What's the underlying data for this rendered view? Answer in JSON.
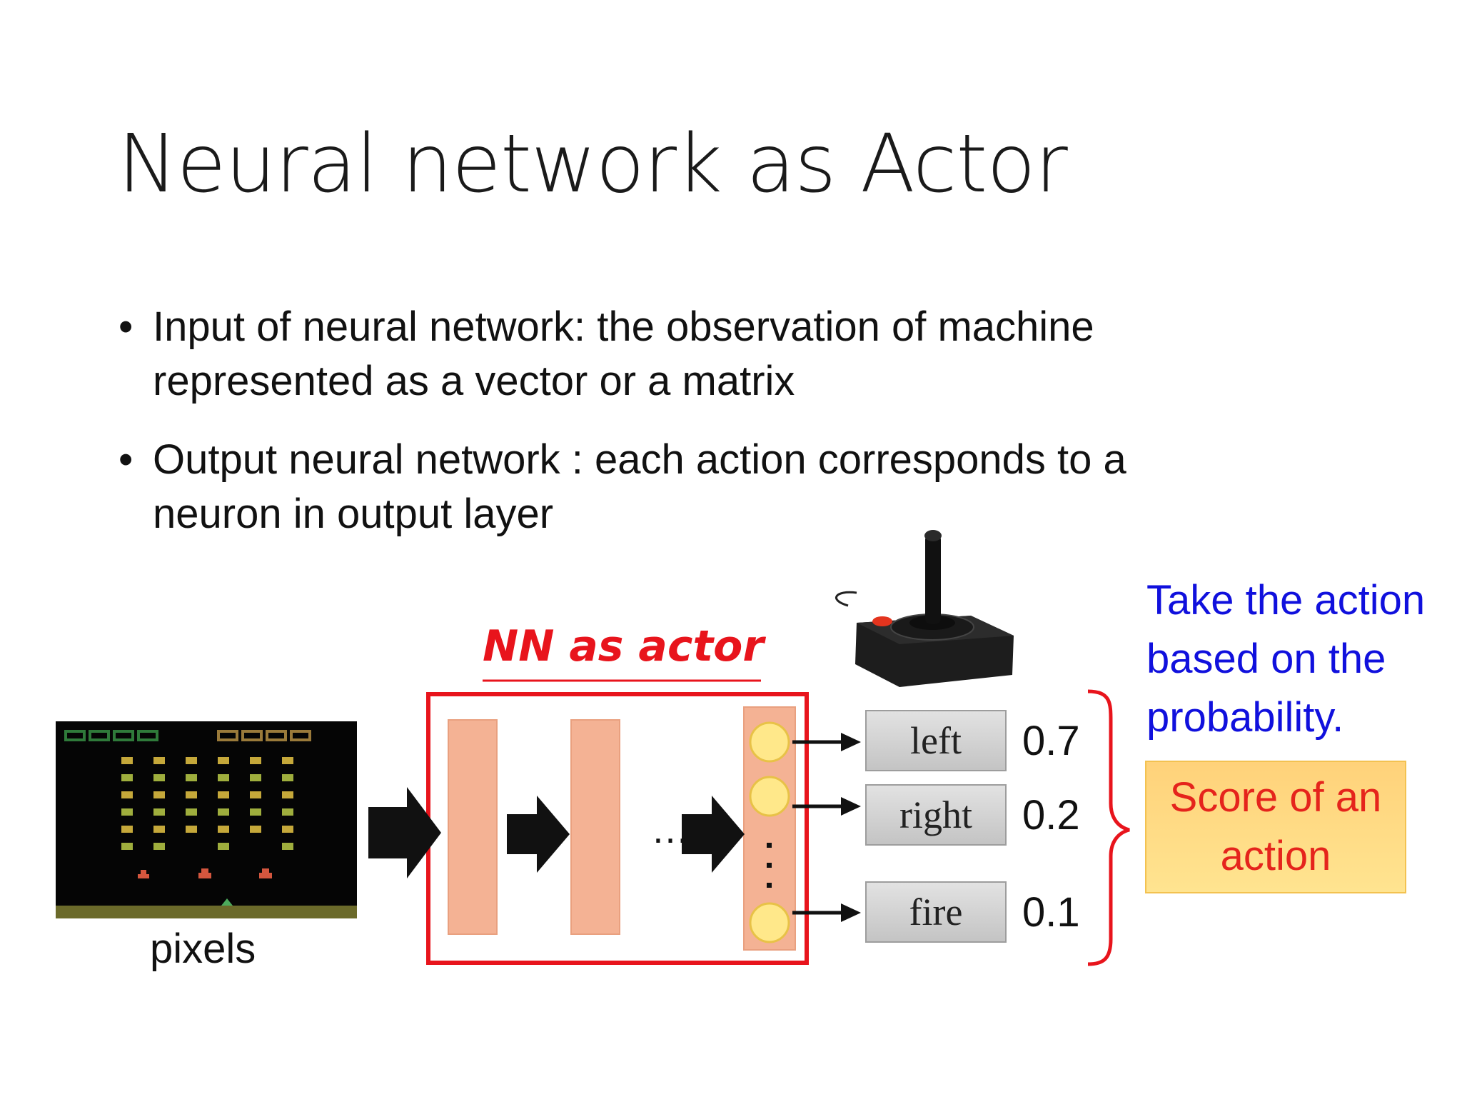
{
  "title": "Neural network as Actor",
  "bullets": [
    {
      "marker": "•",
      "text": "Input of neural network: the observation of machine represented as a vector or a matrix"
    },
    {
      "marker": "•",
      "text": "Output neural network : each action corresponds to a neuron in output layer"
    }
  ],
  "diagram": {
    "input_label": "pixels",
    "nn_title": "NN as actor",
    "ellipsis": "…",
    "actions": [
      {
        "label": "left",
        "prob": "0.7"
      },
      {
        "label": "right",
        "prob": "0.2"
      },
      {
        "label": "fire",
        "prob": "0.1"
      }
    ],
    "take_action_note": "Take the action based on the probability.",
    "score_note": "Score of an action"
  },
  "colors": {
    "accent_red": "#e8141c",
    "note_blue": "#1010dd",
    "layer_fill": "#f4b294",
    "neuron_fill": "#ffe88a",
    "score_box_fill": "#ffdc85"
  },
  "icons": [
    "game-screenshot",
    "joystick-icon",
    "arrow-right-icon",
    "brace-icon"
  ]
}
